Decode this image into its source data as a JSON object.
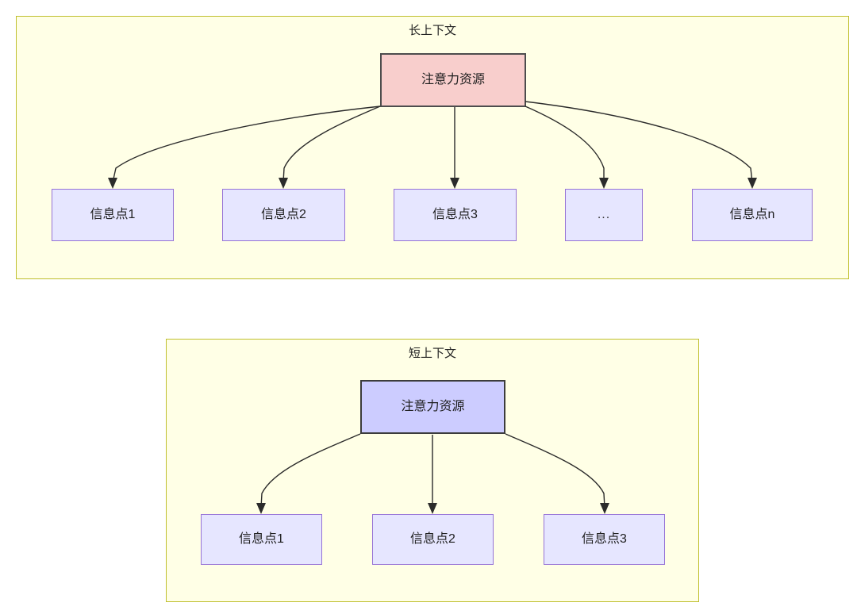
{
  "diagram": {
    "title_semantic": "attention-resource-allocation-diagram",
    "colors": {
      "panel_fill": "#ffffe6",
      "panel_border": "#bfbf2e",
      "attention_long_fill": "#f8cecc",
      "attention_long_border": "#4d4d4d",
      "attention_short_fill": "#ccccff",
      "attention_short_border": "#3c3c3c",
      "info_fill": "#e6e6ff",
      "info_border": "#9673d6",
      "edge_stroke": "#2b2b2b",
      "text": "#1f1f1f",
      "background": "#ffffff"
    }
  },
  "panels": [
    {
      "id": "long-context",
      "title": "长上下文",
      "root": {
        "label": "注意力资源"
      },
      "children": [
        {
          "label": "信息点1"
        },
        {
          "label": "信息点2"
        },
        {
          "label": "信息点3"
        },
        {
          "label": "..."
        },
        {
          "label": "信息点n"
        }
      ]
    },
    {
      "id": "short-context",
      "title": "短上下文",
      "root": {
        "label": "注意力资源"
      },
      "children": [
        {
          "label": "信息点1"
        },
        {
          "label": "信息点2"
        },
        {
          "label": "信息点3"
        }
      ]
    }
  ]
}
